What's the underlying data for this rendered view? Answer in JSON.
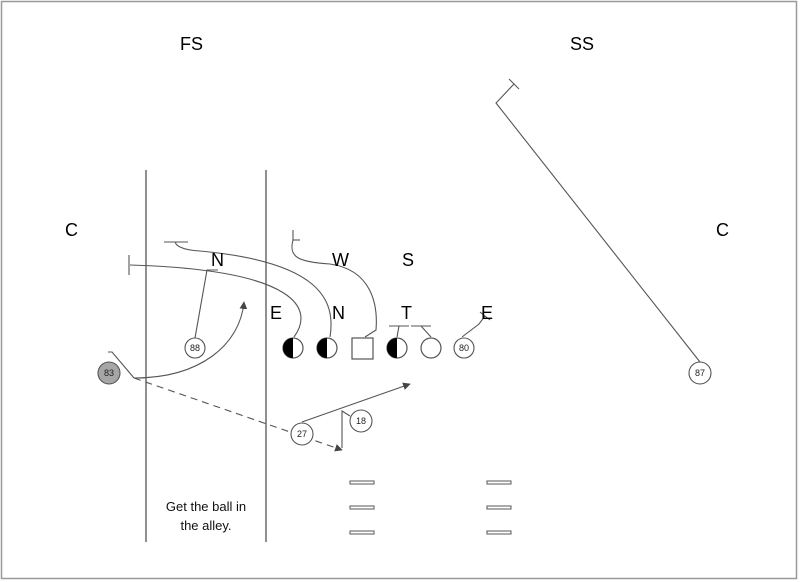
{
  "defense": {
    "fs": "FS",
    "ss": "SS",
    "corner_left": "C",
    "corner_right": "C",
    "nickel": "N",
    "will": "W",
    "sam": "S",
    "end_left": "E",
    "nose": "N",
    "tackle": "T",
    "end_right": "E"
  },
  "offense": {
    "receiver_83": "83",
    "receiver_88": "88",
    "receiver_80": "80",
    "receiver_87": "87",
    "back_27": "27",
    "back_18": "18"
  },
  "note": {
    "line1": "Get the ball in",
    "line2": "the alley."
  },
  "colors": {
    "stroke": "#555555",
    "player_83_fill": "#a6a6a6"
  }
}
